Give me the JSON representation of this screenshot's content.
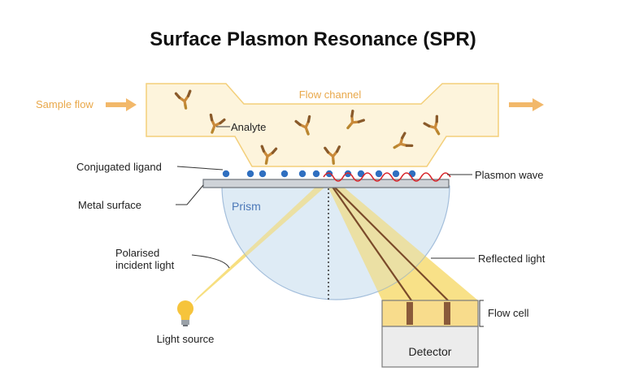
{
  "title": "Surface Plasmon Resonance (SPR)",
  "labels": {
    "sample_flow": "Sample flow",
    "flow_channel": "Flow channel",
    "analyte": "Analyte",
    "conjugated_ligand": "Conjugated ligand",
    "plasmon_wave": "Plasmon wave",
    "metal_surface": "Metal surface",
    "prism": "Prism",
    "polarised_line1": "Polarised",
    "polarised_line2": "incident light",
    "reflected_light": "Reflected light",
    "flow_cell": "Flow cell",
    "light_source": "Light source",
    "detector": "Detector"
  },
  "colors": {
    "flow_channel_fill": "#fdf4dc",
    "flow_channel_stroke": "#f3cf7a",
    "flow_text": "#e9a84a",
    "arrow": "#f2b86a",
    "beam": "#f6d96a",
    "ligand": "#2f6fc0",
    "plasmon": "#d8262b",
    "prism_fill": "#dbe9f5",
    "prism_stroke": "#9ab8d8",
    "prism_text": "#4b78b8",
    "metal_fill": "#cfd3d8",
    "metal_stroke": "#6c7178",
    "ray": "#7a4a2a",
    "detector_fill": "#ececec",
    "flowcell_fill": "#f8dc8c"
  }
}
